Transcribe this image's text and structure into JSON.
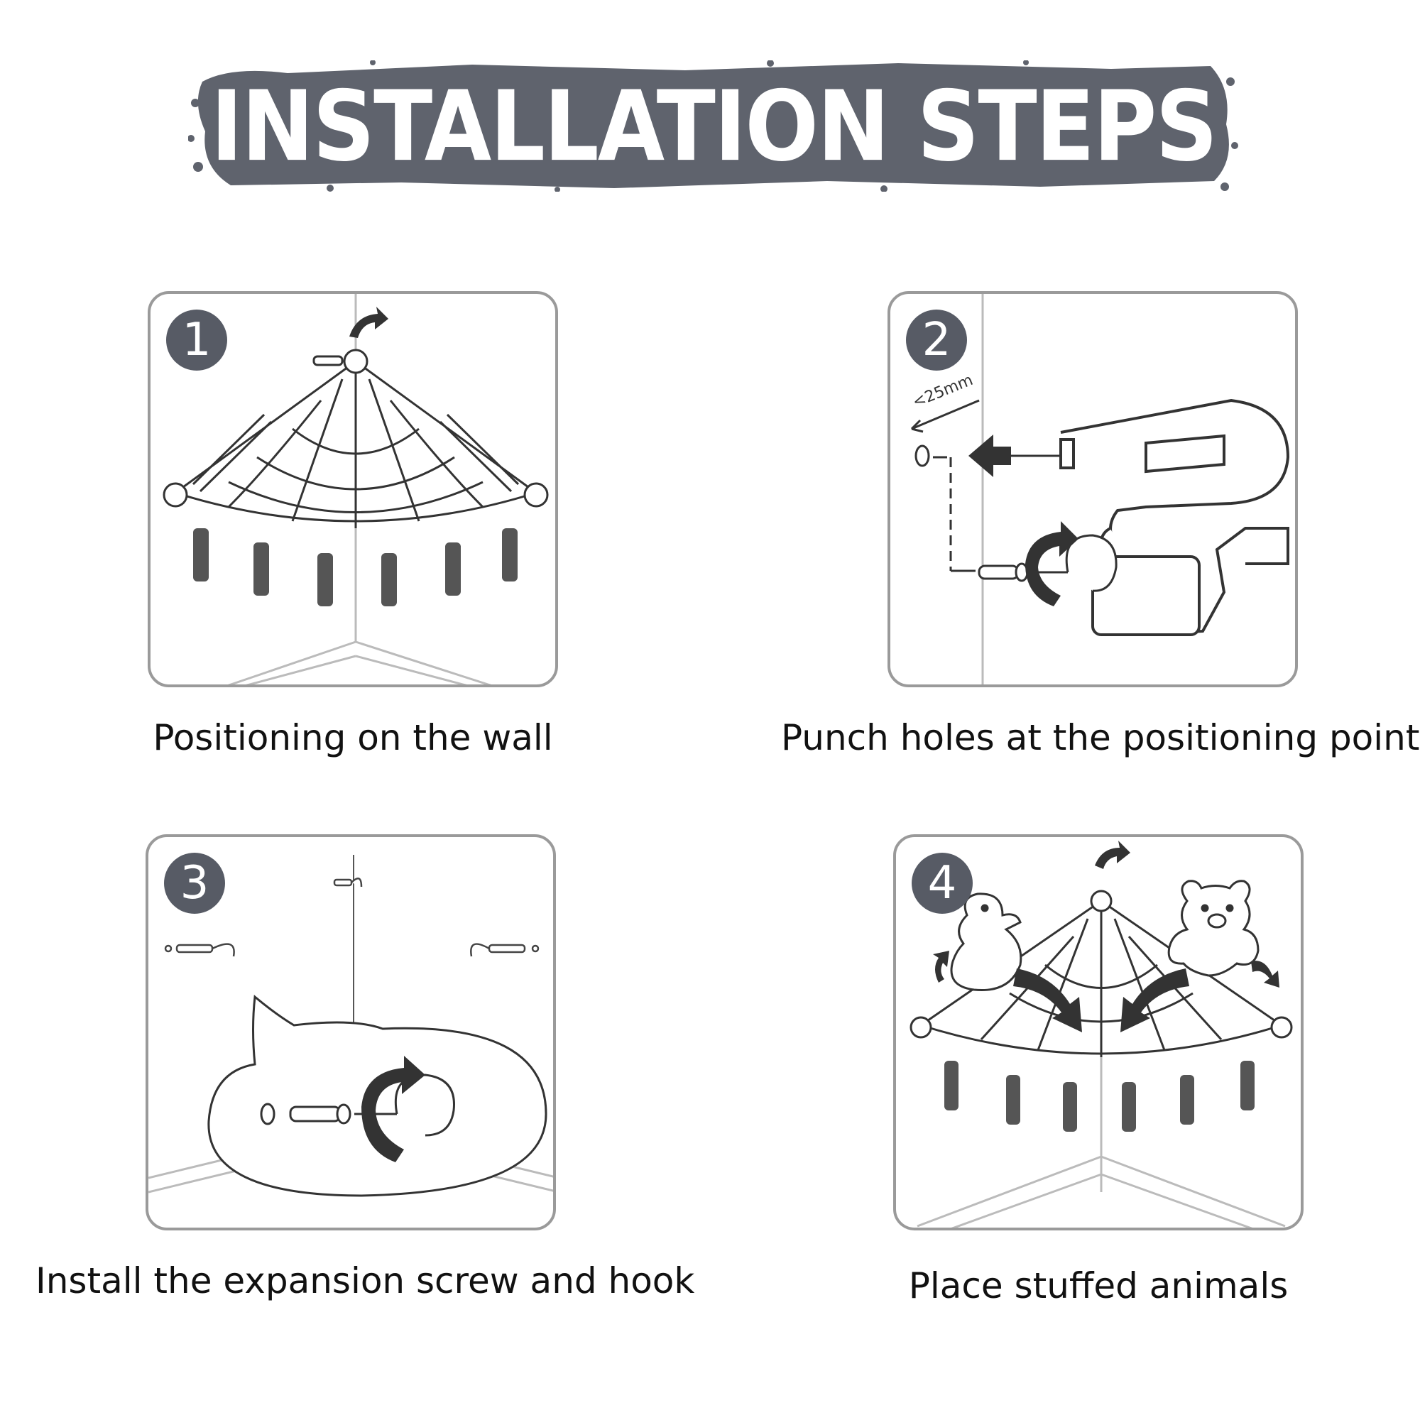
{
  "header": {
    "title": "INSTALLATION STEPS",
    "color": "#5f636d"
  },
  "steps": [
    {
      "number": "1",
      "caption": "Positioning on the wall"
    },
    {
      "number": "2",
      "caption": "Punch holes at the positioning point",
      "measure_label": "<25mm"
    },
    {
      "number": "3",
      "caption": "Install the expansion screw and hook"
    },
    {
      "number": "4",
      "caption": "Place stuffed animals"
    }
  ]
}
